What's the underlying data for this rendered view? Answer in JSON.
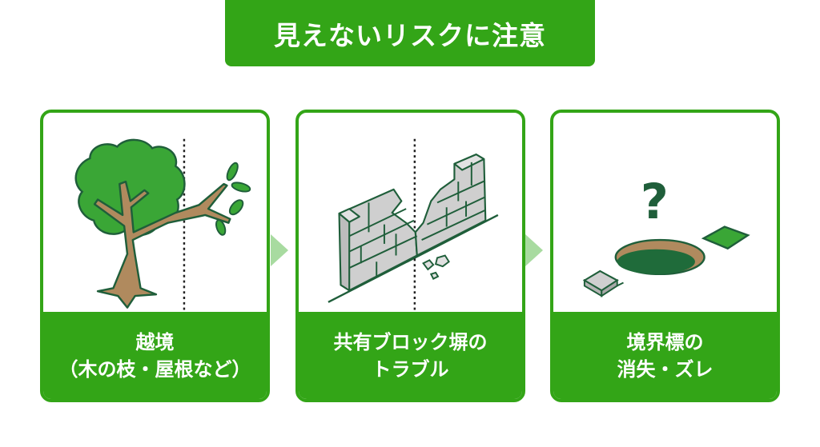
{
  "title": "見えないリスクに注意",
  "colors": {
    "primary_green": "#33a517",
    "arrow_green": "#a8dba0",
    "dark_green": "#1f5e3a",
    "tree_green": "#3aa636",
    "trunk_brown": "#b08a5e",
    "brick_gray": "#cfcfcf",
    "background": "#ffffff"
  },
  "cards": [
    {
      "illustration": "tree-branch-crossing-boundary",
      "caption_line1": "越境",
      "caption_line2": "（木の枝・屋根など）"
    },
    {
      "illustration": "broken-shared-block-wall",
      "caption_line1": "共有ブロック塀の",
      "caption_line2": "トラブル"
    },
    {
      "illustration": "missing-boundary-marker",
      "caption_line1": "境界標の",
      "caption_line2": "消失・ズレ"
    }
  ],
  "arrows": [
    "next-arrow",
    "next-arrow"
  ]
}
